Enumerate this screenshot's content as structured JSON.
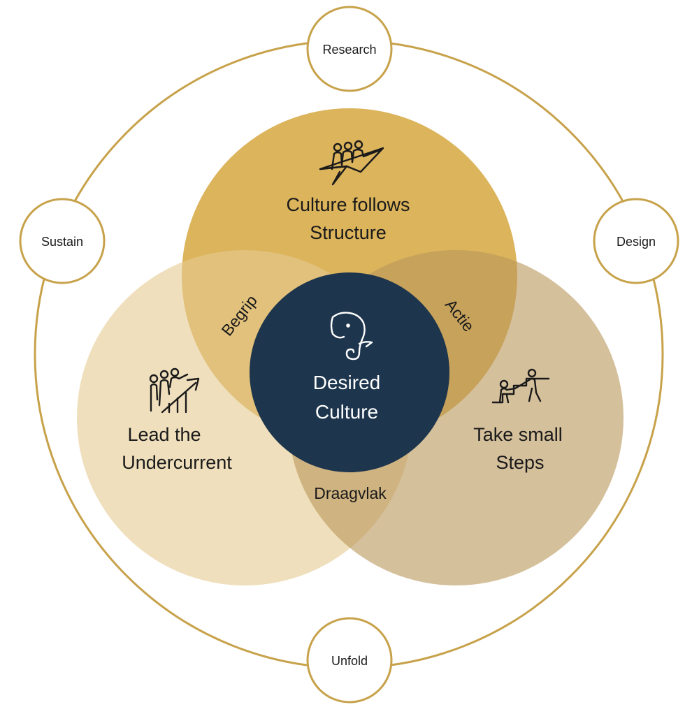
{
  "colors": {
    "ring": "#c7a24a",
    "top_circle": "#dcb45c",
    "left_circle": "#efdcb5",
    "right_circle": "#d3b684",
    "center": "#1d354d",
    "text_dark": "#1a1a1a",
    "text_light": "#ffffff"
  },
  "phases": {
    "research": "Research",
    "design": "Design",
    "unfold": "Unfold",
    "sustain": "Sustain"
  },
  "circles": {
    "top": {
      "line1": "Culture follows",
      "line2": "Structure",
      "icon": "paper-plane-team-icon"
    },
    "left": {
      "line1": "Lead the",
      "line2": "Undercurrent",
      "icon": "climbing-arrow-team-icon"
    },
    "right": {
      "line1": "Take small",
      "line2": "Steps",
      "icon": "stairs-helping-hand-icon"
    }
  },
  "overlaps": {
    "top_left": "Begrip",
    "top_right": "Actie",
    "bottom": "Draagvlak"
  },
  "center": {
    "line1": "Desired",
    "line2": "Culture",
    "icon": "elephant-icon"
  }
}
